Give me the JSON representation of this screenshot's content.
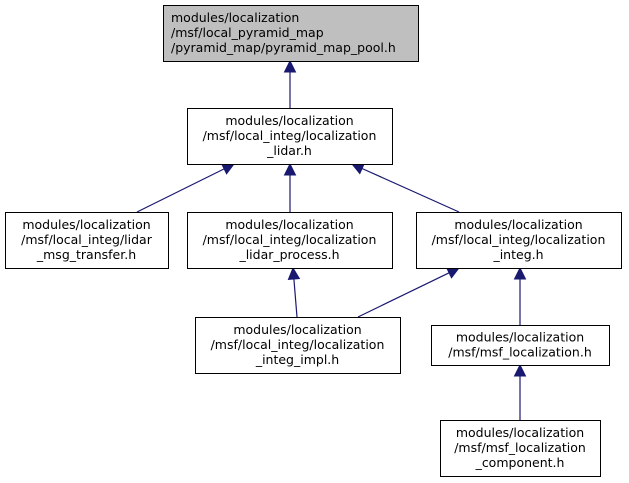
{
  "diagram": {
    "nodes": [
      {
        "id": "pyramid_map_pool",
        "name": "node-pyramid-map-pool",
        "lines": [
          "modules/localization",
          "/msf/local_pyramid_map",
          "/pyramid_map/pyramid_map_pool.h"
        ],
        "highlighted": true
      },
      {
        "id": "localization_lidar",
        "name": "node-localization-lidar",
        "lines": [
          "modules/localization",
          "/msf/local_integ/localization",
          "_lidar.h"
        ],
        "highlighted": false
      },
      {
        "id": "lidar_msg_transfer",
        "name": "node-lidar-msg-transfer",
        "lines": [
          "modules/localization",
          "/msf/local_integ/lidar",
          "_msg_transfer.h"
        ],
        "highlighted": false
      },
      {
        "id": "localization_lidar_process",
        "name": "node-localization-lidar-process",
        "lines": [
          "modules/localization",
          "/msf/local_integ/localization",
          "_lidar_process.h"
        ],
        "highlighted": false
      },
      {
        "id": "localization_integ",
        "name": "node-localization-integ",
        "lines": [
          "modules/localization",
          "/msf/local_integ/localization",
          "_integ.h"
        ],
        "highlighted": false
      },
      {
        "id": "localization_integ_impl",
        "name": "node-localization-integ-impl",
        "lines": [
          "modules/localization",
          "/msf/local_integ/localization",
          "_integ_impl.h"
        ],
        "highlighted": false
      },
      {
        "id": "msf_localization",
        "name": "node-msf-localization",
        "lines": [
          "modules/localization",
          "/msf/msf_localization.h"
        ],
        "highlighted": false
      },
      {
        "id": "msf_localization_component",
        "name": "node-msf-localization-component",
        "lines": [
          "modules/localization",
          "/msf/msf_localization",
          "_component.h"
        ],
        "highlighted": false
      }
    ],
    "edges": [
      {
        "from": "localization_lidar",
        "to": "pyramid_map_pool"
      },
      {
        "from": "lidar_msg_transfer",
        "to": "localization_lidar"
      },
      {
        "from": "localization_lidar_process",
        "to": "localization_lidar"
      },
      {
        "from": "localization_integ",
        "to": "localization_lidar"
      },
      {
        "from": "localization_integ_impl",
        "to": "localization_lidar_process"
      },
      {
        "from": "localization_integ_impl",
        "to": "localization_integ"
      },
      {
        "from": "msf_localization",
        "to": "localization_integ"
      },
      {
        "from": "msf_localization_component",
        "to": "msf_localization"
      }
    ]
  },
  "colors": {
    "edge": "#191970",
    "highlight_fill": "#bfbfbf",
    "node_fill": "#ffffff",
    "border": "#000000"
  }
}
